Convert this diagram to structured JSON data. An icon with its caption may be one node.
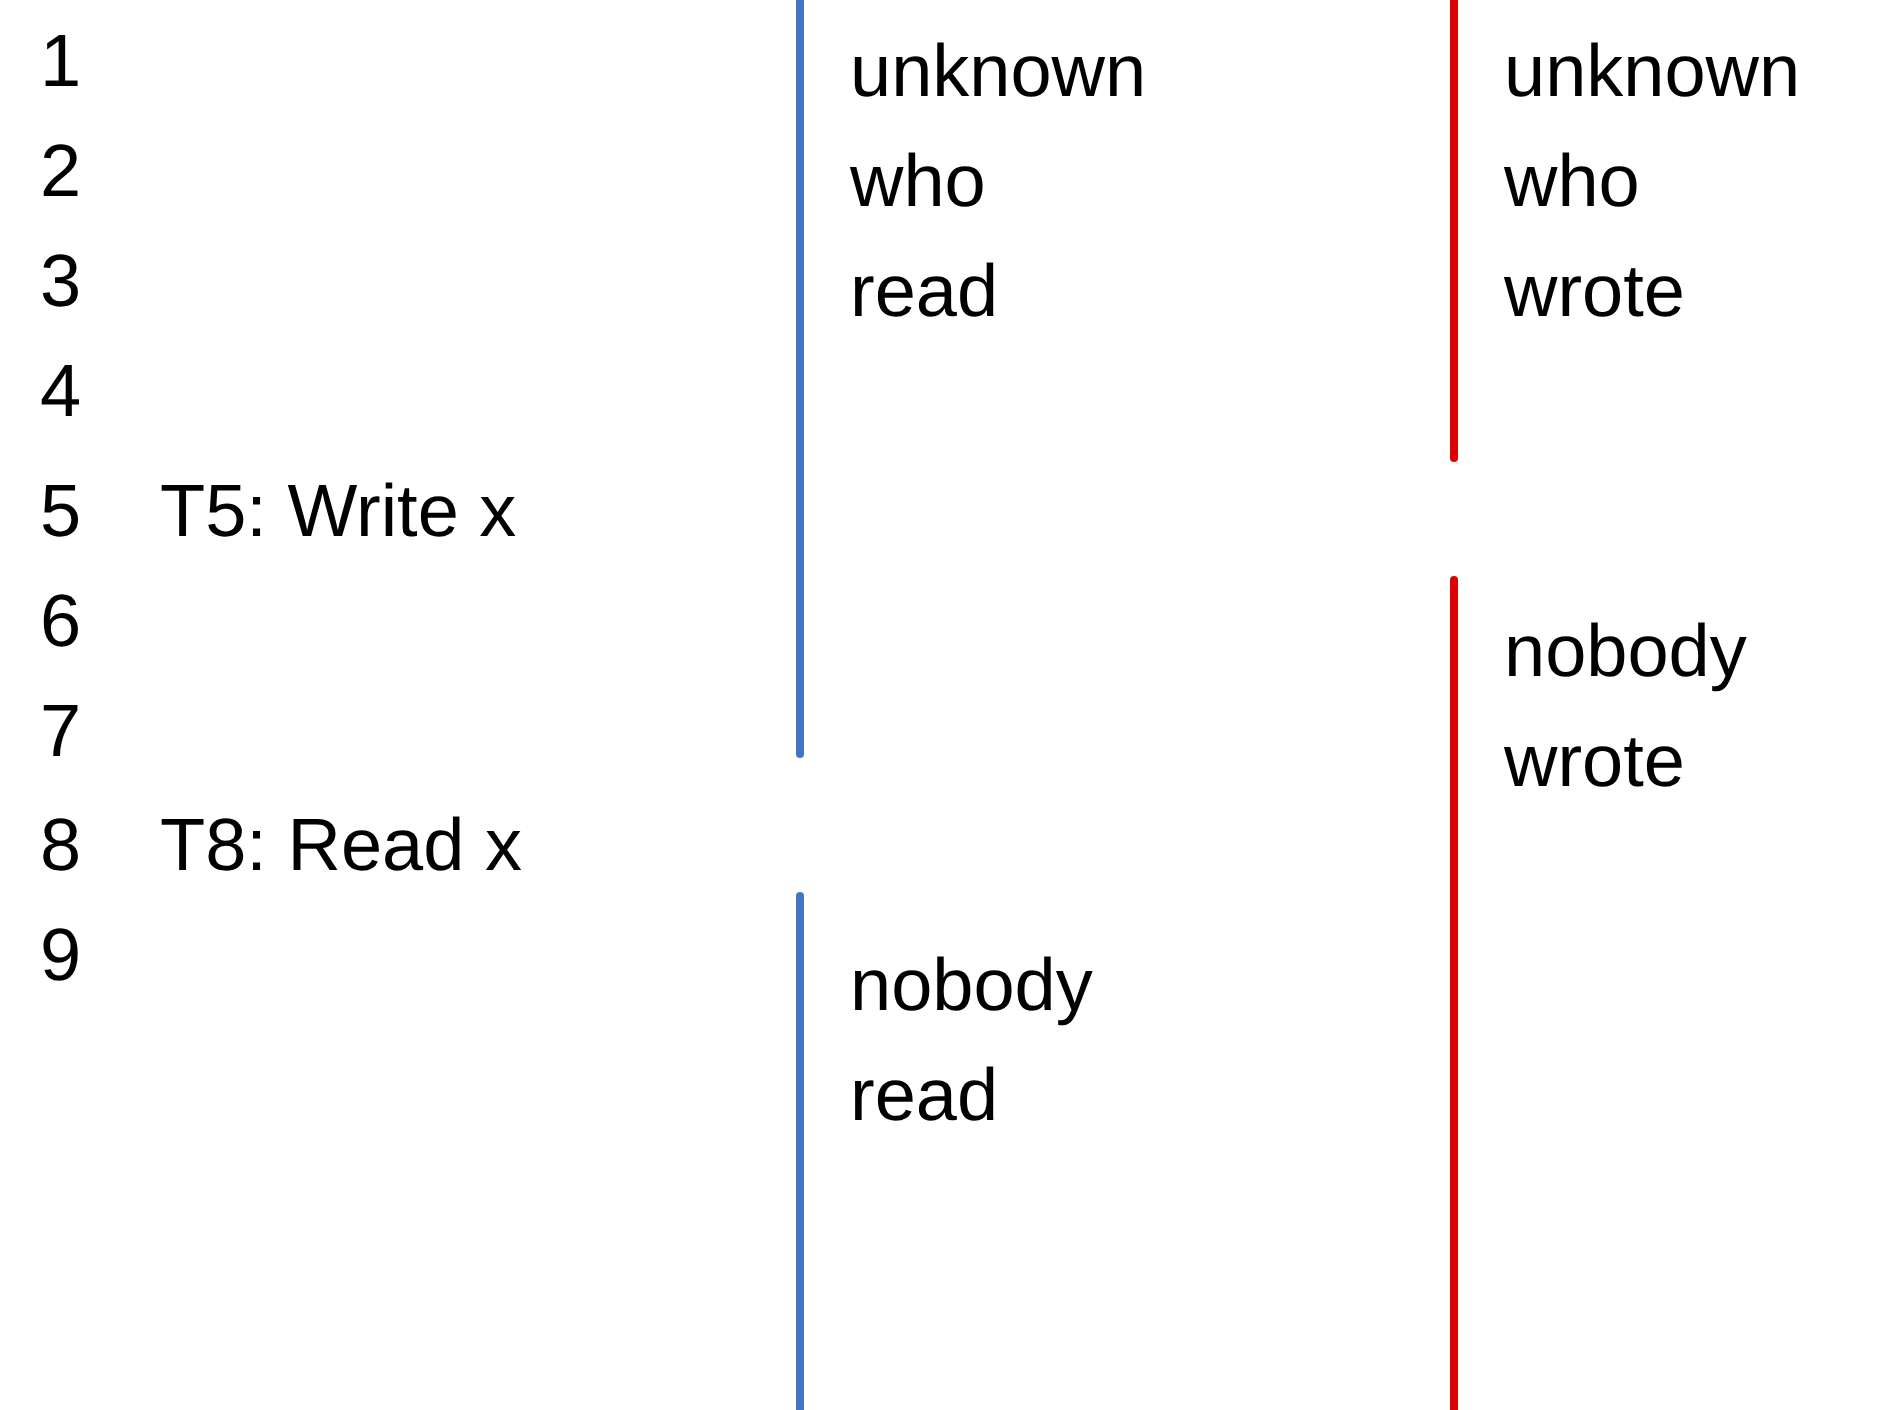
{
  "diagram": {
    "labels": [
      "1",
      "2",
      "3",
      "4",
      "5",
      "T5: Write x",
      "6",
      "7",
      "8",
      "T8: Read x",
      "9",
      "unknown who read",
      "unknown who wrote",
      "nobody wrote",
      "nobody read"
    ]
  }
}
